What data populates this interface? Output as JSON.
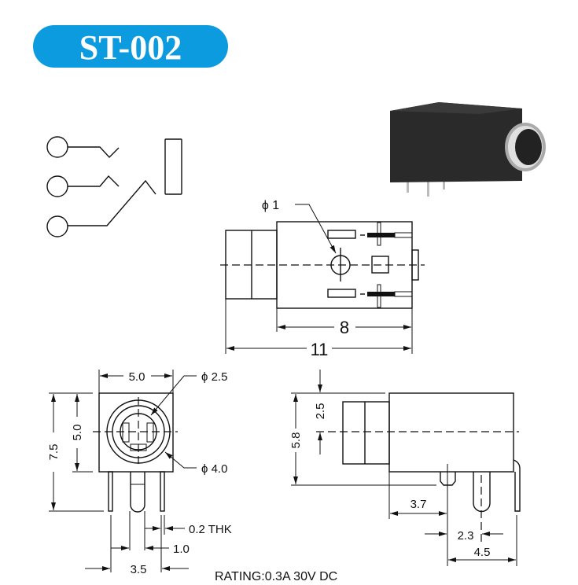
{
  "title": "ST-002",
  "colors": {
    "title_bg": "#0d9be0",
    "ink": "#111111"
  },
  "top_view": {
    "hole_label": "ϕ 1",
    "dim_body": "8",
    "dim_total": "11"
  },
  "front_view": {
    "dim_width": "5.0",
    "dim_inner_height": "5.0",
    "dim_total_height": "7.5",
    "hole_inner": "ϕ 2.5",
    "hole_outer": "ϕ 4.0",
    "dim_thickness": "0.2 THK",
    "dim_pin_width": "1.0",
    "dim_pin_span": "3.5"
  },
  "side_view": {
    "dim_center": "2.5",
    "dim_height": "5.8",
    "dim_pin1": "3.7",
    "dim_pin_pitch": "2.3",
    "dim_pin_span": "4.5"
  },
  "rating": "RATING:0.3A 30V DC"
}
